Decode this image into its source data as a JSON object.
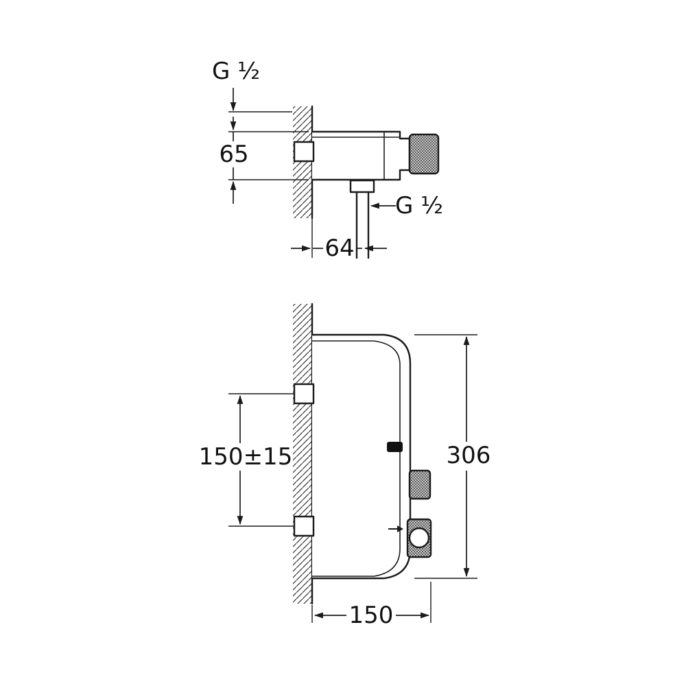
{
  "drawing": {
    "background": "#ffffff",
    "line_color": "#1a1a1a",
    "top_view": {
      "inlet_thread_label": "G ½",
      "body_depth_label": "65",
      "outlet_thread_label": "G ½",
      "outlet_offset_label": "64"
    },
    "front_view": {
      "mount_spacing_label": "150±15",
      "height_label": "306",
      "projection_label": "150"
    }
  }
}
